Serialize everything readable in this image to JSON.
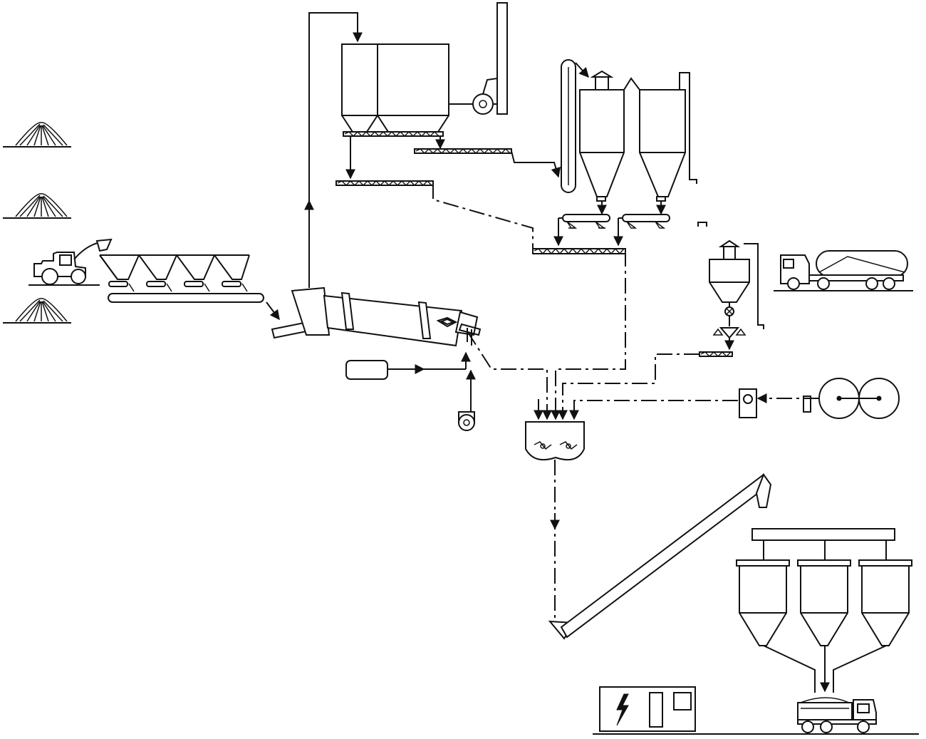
{
  "diagram": {
    "type": "process-flow",
    "nodes": [
      {
        "id": "aggregate-stockpile-1",
        "icon": "stockpile-icon"
      },
      {
        "id": "aggregate-stockpile-2",
        "icon": "stockpile-icon"
      },
      {
        "id": "aggregate-stockpile-3",
        "icon": "stockpile-icon"
      },
      {
        "id": "wheel-loader",
        "icon": "loader-icon"
      },
      {
        "id": "cold-feed-bins",
        "count": 4
      },
      {
        "id": "collecting-conveyor"
      },
      {
        "id": "inclined-feed-conveyor"
      },
      {
        "id": "drying-drum"
      },
      {
        "id": "burner"
      },
      {
        "id": "fuel-tank"
      },
      {
        "id": "combustion-air-fan",
        "icon": "fan-icon"
      },
      {
        "id": "bag-filter-baghouse"
      },
      {
        "id": "exhaust-fan",
        "icon": "fan-icon"
      },
      {
        "id": "exhaust-stack"
      },
      {
        "id": "hot-aggregate-elevator"
      },
      {
        "id": "filler-silos",
        "count": 2
      },
      {
        "id": "screw-conveyors"
      },
      {
        "id": "bitumen-tank"
      },
      {
        "id": "bitumen-tanker-truck",
        "icon": "tanker-truck-icon"
      },
      {
        "id": "bitumen-pump"
      },
      {
        "id": "bitumen-storage-tanks",
        "count": 2
      },
      {
        "id": "twin-shaft-mixer"
      },
      {
        "id": "skip-conveyor"
      },
      {
        "id": "hot-mix-storage-silos",
        "count": 3
      },
      {
        "id": "dump-truck",
        "icon": "dump-truck-icon"
      },
      {
        "id": "control-cabin",
        "icon": "lightning-icon"
      }
    ],
    "edges": [
      {
        "from": "wheel-loader",
        "to": "cold-feed-bins"
      },
      {
        "from": "cold-feed-bins",
        "to": "collecting-conveyor"
      },
      {
        "from": "collecting-conveyor",
        "to": "inclined-feed-conveyor"
      },
      {
        "from": "inclined-feed-conveyor",
        "to": "drying-drum"
      },
      {
        "from": "fuel-tank",
        "to": "burner"
      },
      {
        "from": "combustion-air-fan",
        "to": "burner"
      },
      {
        "from": "drying-drum",
        "to": "bag-filter-baghouse"
      },
      {
        "from": "bag-filter-baghouse",
        "to": "exhaust-fan"
      },
      {
        "from": "exhaust-fan",
        "to": "exhaust-stack"
      },
      {
        "from": "bag-filter-baghouse",
        "to": "hot-aggregate-elevator"
      },
      {
        "from": "hot-aggregate-elevator",
        "to": "filler-silos"
      },
      {
        "from": "filler-silos",
        "to": "screw-conveyors"
      },
      {
        "from": "screw-conveyors",
        "to": "twin-shaft-mixer"
      },
      {
        "from": "drying-drum",
        "to": "twin-shaft-mixer"
      },
      {
        "from": "bitumen-tank",
        "to": "twin-shaft-mixer"
      },
      {
        "from": "bitumen-storage-tanks",
        "to": "bitumen-pump"
      },
      {
        "from": "bitumen-pump",
        "to": "twin-shaft-mixer"
      },
      {
        "from": "twin-shaft-mixer",
        "to": "skip-conveyor"
      },
      {
        "from": "skip-conveyor",
        "to": "hot-mix-storage-silos"
      },
      {
        "from": "hot-mix-storage-silos",
        "to": "dump-truck"
      }
    ]
  }
}
